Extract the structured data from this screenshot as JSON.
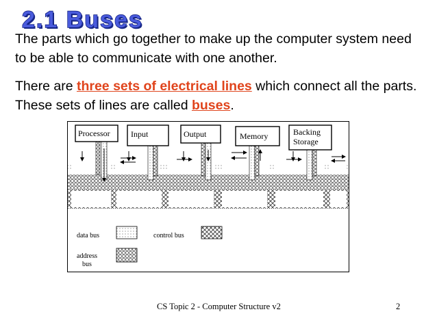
{
  "slide": {
    "title": "2.1 Buses",
    "paragraph1": "The parts which go together to make up the computer system need to be able to communicate with one another.",
    "paragraph2_before": "There are ",
    "paragraph2_highlight": "three sets of electrical lines",
    "paragraph2_middle": " which connect all the parts. These sets of lines are called ",
    "paragraph2_buses": "buses",
    "paragraph2_end": ".",
    "accent_color": "#e0441c",
    "title_color": "#4a5bdc"
  },
  "diagram": {
    "components": [
      {
        "label": "Processor"
      },
      {
        "label": "Input"
      },
      {
        "label": "Output"
      },
      {
        "label": "Memory"
      },
      {
        "label_line1": "Backing",
        "label_line2": "Storage"
      }
    ],
    "legend": {
      "data_bus": "data bus",
      "control_bus": "control bus",
      "address_bus_line1": "address",
      "address_bus_line2": "bus"
    }
  },
  "footer": {
    "text": "CS Topic 2 - Computer Structure v2",
    "page": "2"
  }
}
